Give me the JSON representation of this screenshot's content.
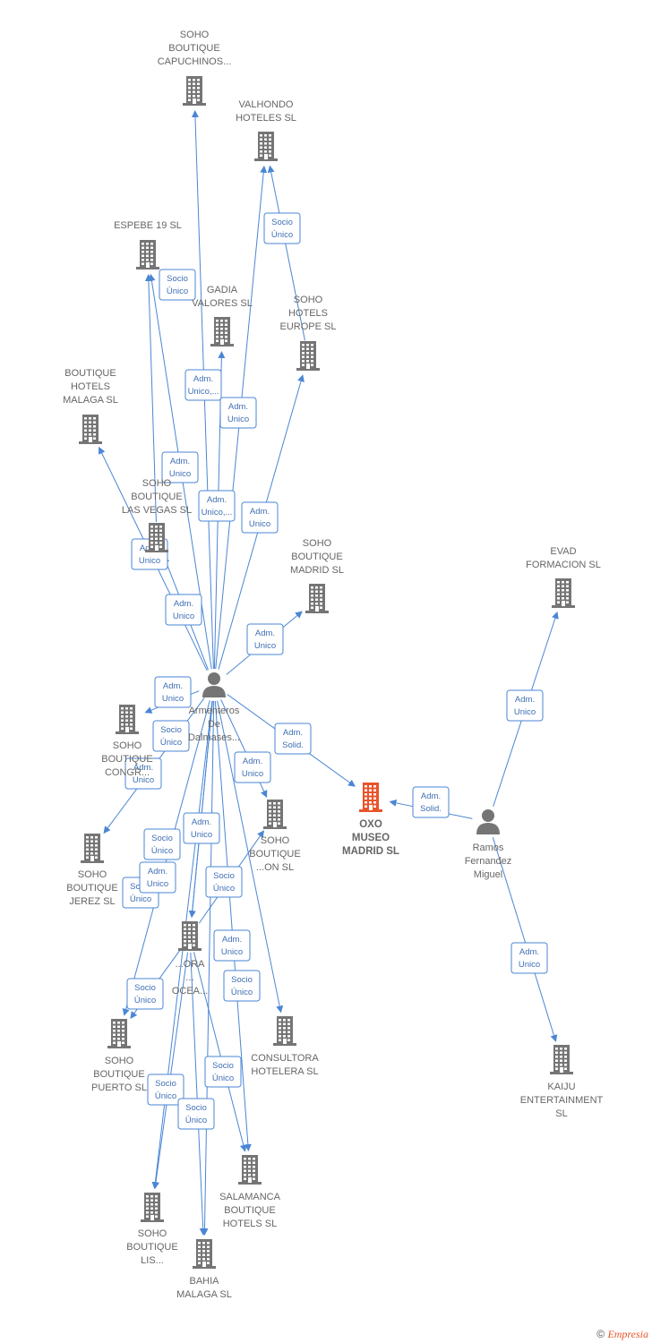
{
  "colors": {
    "edge": "#4a86d4",
    "company": "#757575",
    "main": "#e8542a",
    "person": "#757575"
  },
  "nodes": [
    {
      "id": "capuchinos",
      "type": "company",
      "label": [
        "SOHO",
        "BOUTIQUE",
        "CAPUCHINOS..."
      ]
    },
    {
      "id": "valhondo",
      "type": "company",
      "label": [
        "VALHONDO",
        "HOTELES  SL"
      ]
    },
    {
      "id": "espebe",
      "type": "company",
      "label": [
        "ESPEBE 19  SL"
      ]
    },
    {
      "id": "gadia",
      "type": "company",
      "label": [
        "GADIA",
        "VALORES  SL"
      ]
    },
    {
      "id": "europe",
      "type": "company",
      "label": [
        "SOHO",
        "HOTELS",
        "EUROPE  SL"
      ]
    },
    {
      "id": "bhmalaga",
      "type": "company",
      "label": [
        "BOUTIQUE",
        "HOTELS",
        "MALAGA  SL"
      ]
    },
    {
      "id": "lasvegas",
      "type": "company",
      "label": [
        "SOHO",
        "BOUTIQUE",
        "LAS VEGAS  SL"
      ]
    },
    {
      "id": "sbmadrid",
      "type": "company",
      "label": [
        "SOHO",
        "BOUTIQUE",
        "MADRID  SL"
      ]
    },
    {
      "id": "evad",
      "type": "company",
      "label": [
        "EVAD",
        "FORMACION  SL"
      ]
    },
    {
      "id": "armenteros",
      "type": "person",
      "label": [
        "Armenteros",
        "De",
        "Dalmases..."
      ]
    },
    {
      "id": "congr",
      "type": "company",
      "label": [
        "SOHO",
        "BOUTIQUE",
        "CONGR..."
      ]
    },
    {
      "id": "oxo",
      "type": "main",
      "label": [
        "OXO",
        "MUSEO",
        "MADRID  SL"
      ]
    },
    {
      "id": "ramos",
      "type": "person",
      "label": [
        "Ramos",
        "Fernandez",
        "Miguel"
      ]
    },
    {
      "id": "sbon",
      "type": "company",
      "label": [
        "SOHO",
        "BOUTIQUE",
        "...ON  SL"
      ]
    },
    {
      "id": "jerez",
      "type": "company",
      "label": [
        "SOHO",
        "BOUTIQUE",
        "JEREZ  SL"
      ]
    },
    {
      "id": "oceano",
      "type": "company",
      "label": [
        "...ORA",
        "...",
        "OCEA..."
      ]
    },
    {
      "id": "puerto",
      "type": "company",
      "label": [
        "SOHO",
        "BOUTIQUE",
        "PUERTO  SL"
      ]
    },
    {
      "id": "consultora",
      "type": "company",
      "label": [
        "CONSULTORA",
        "HOTELERA  SL"
      ]
    },
    {
      "id": "kaiju",
      "type": "company",
      "label": [
        "KAIJU",
        "ENTERTAINMENT",
        "SL"
      ]
    },
    {
      "id": "salamanca",
      "type": "company",
      "label": [
        "SALAMANCA",
        "BOUTIQUE",
        "HOTELS  SL"
      ]
    },
    {
      "id": "lis",
      "type": "company",
      "label": [
        "SOHO",
        "BOUTIQUE",
        "LIS..."
      ]
    },
    {
      "id": "bahia",
      "type": "company",
      "label": [
        "BAHIA",
        "MALAGA  SL"
      ]
    }
  ],
  "edges": [
    {
      "from": "armenteros",
      "to": "capuchinos",
      "label": [
        "Adm.",
        "Unico,..."
      ]
    },
    {
      "from": "armenteros",
      "to": "valhondo",
      "label": [
        "Adm.",
        "Unico"
      ]
    },
    {
      "from": "europe",
      "to": "valhondo",
      "label": [
        "Socio",
        "Único"
      ]
    },
    {
      "from": "armenteros",
      "to": "espebe",
      "label": [
        "Adm.",
        "Unico"
      ]
    },
    {
      "from": "lasvegas",
      "to": "espebe",
      "label": [
        "Socio",
        "Único"
      ]
    },
    {
      "from": "armenteros",
      "to": "gadia",
      "label": [
        "Adm.",
        "Unico,..."
      ]
    },
    {
      "from": "armenteros",
      "to": "europe",
      "label": [
        "Adm.",
        "Unico"
      ]
    },
    {
      "from": "armenteros",
      "to": "bhmalaga",
      "label": [
        "Adm.",
        "Unico"
      ]
    },
    {
      "from": "armenteros",
      "to": "lasvegas",
      "label": [
        "Adm.",
        "Unico"
      ]
    },
    {
      "from": "armenteros",
      "to": "sbmadrid",
      "label": [
        "Adm.",
        "Unico"
      ]
    },
    {
      "from": "armenteros",
      "to": "congr",
      "label": [
        "Adm.",
        "Unico"
      ]
    },
    {
      "from": "armenteros",
      "to": "oxo",
      "label": [
        "Adm.",
        "Solid."
      ]
    },
    {
      "from": "ramos",
      "to": "oxo",
      "label": [
        "Adm.",
        "Solid."
      ]
    },
    {
      "from": "ramos",
      "to": "evad",
      "label": [
        "Adm.",
        "Unico"
      ]
    },
    {
      "from": "ramos",
      "to": "kaiju",
      "label": [
        "Adm.",
        "Unico"
      ]
    },
    {
      "from": "armenteros",
      "to": "sbon",
      "label": [
        "Adm.",
        "Unico"
      ]
    },
    {
      "from": "armenteros",
      "to": "jerez",
      "label": [
        "Socio",
        "Único"
      ]
    },
    {
      "from": "armenteros",
      "to": "oceano",
      "label": [
        "Adm.",
        "Unico"
      ]
    },
    {
      "from": "armenteros",
      "to": "puerto",
      "label": [
        "Adm.",
        "Unico"
      ]
    },
    {
      "from": "armenteros",
      "to": "consultora",
      "label": [
        "Socio",
        "Único"
      ]
    },
    {
      "from": "armenteros",
      "to": "salamanca",
      "label": [
        "Adm.",
        "Unico"
      ]
    },
    {
      "from": "armenteros",
      "to": "lis",
      "label": [
        "Adm.",
        "Unico"
      ]
    },
    {
      "from": "armenteros",
      "to": "bahia",
      "label": [
        "Socio",
        "Único"
      ]
    },
    {
      "from": "oceano",
      "to": "puerto",
      "label": [
        "Socio",
        "Único"
      ]
    },
    {
      "from": "oceano",
      "to": "salamanca",
      "label": [
        "Socio",
        "Único"
      ]
    },
    {
      "from": "oceano",
      "to": "lis",
      "label": [
        "Socio",
        "Único"
      ]
    },
    {
      "from": "oceano",
      "to": "bahia",
      "label": [
        "Socio",
        "Único"
      ]
    },
    {
      "from": "oceano",
      "to": "sbon",
      "label": [
        "Socio",
        "Único"
      ]
    },
    {
      "from": "armenteros",
      "to": "oceano",
      "label": [
        "Socio",
        "Único"
      ]
    }
  ],
  "footer": {
    "copyright": "©",
    "brand": "Empresia"
  }
}
